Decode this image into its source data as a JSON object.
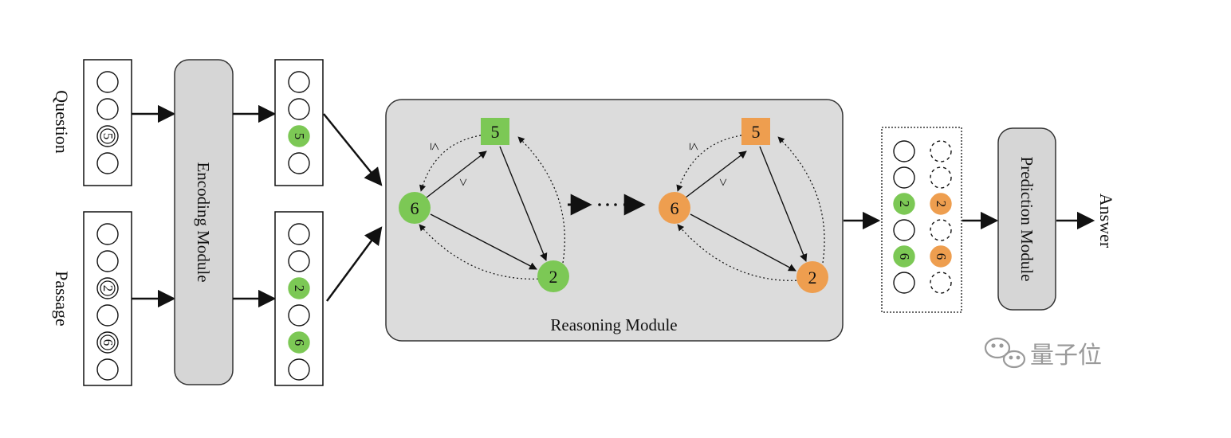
{
  "labels": {
    "question": "Question",
    "passage": "Passage",
    "encoding_module": "Encoding Module",
    "reasoning_module": "Reasoning Module",
    "prediction_module": "Prediction Module",
    "answer": "Answer",
    "watermark": "量子位"
  },
  "question_tokens": [
    "",
    "",
    "5",
    ""
  ],
  "passage_tokens": [
    "",
    "",
    "2",
    "",
    "6",
    ""
  ],
  "encoded_question_tokens": [
    "",
    "",
    "5",
    ""
  ],
  "encoded_passage_tokens": [
    "",
    "",
    "2",
    "",
    "6",
    ""
  ],
  "graph_nodes": {
    "square": "5",
    "left": "6",
    "bottom": "2"
  },
  "graph_relations": {
    "upper": "≤",
    "lower": ">"
  },
  "output_left_tokens": [
    "",
    "",
    "2",
    "",
    "6",
    ""
  ],
  "output_right_tokens": [
    "",
    "",
    "2",
    "",
    "6",
    ""
  ],
  "colors": {
    "green": "#7cc855",
    "orange": "#ee9e4f",
    "module_gray": "#d6d6d6",
    "reasoning_gray": "#dcdcdc"
  }
}
